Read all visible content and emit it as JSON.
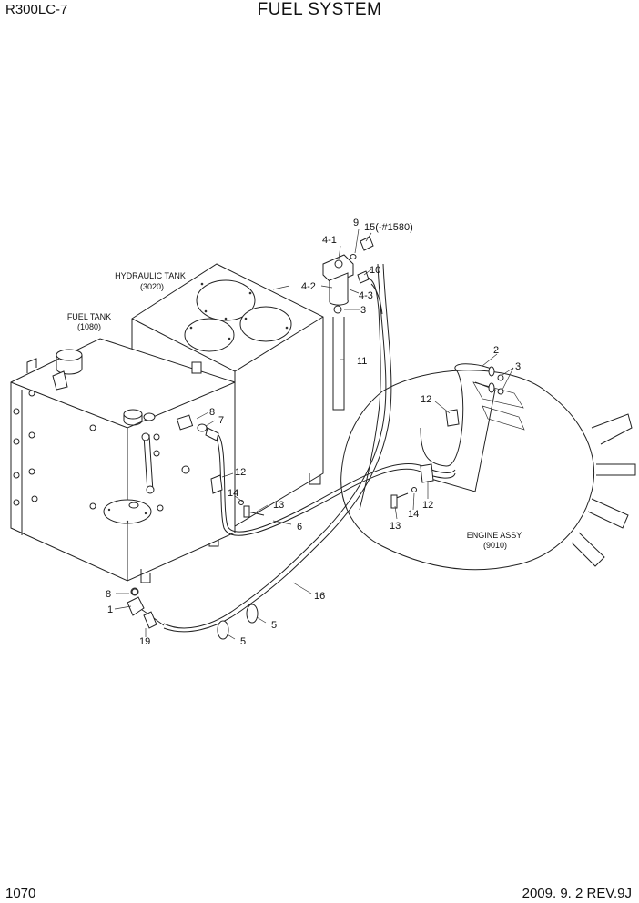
{
  "header": {
    "model": "R300LC-7",
    "title": "FUEL SYSTEM"
  },
  "footer": {
    "page_number": "1070",
    "date_revision": "2009. 9. 2  REV.9J"
  },
  "assemblies": {
    "hydraulic_tank": {
      "name": "HYDRAULIC TANK",
      "ref": "(3020)"
    },
    "fuel_tank": {
      "name": "FUEL TANK",
      "ref": "(1080)"
    },
    "engine_assy": {
      "name": "ENGINE ASSY",
      "ref": "(9010)"
    }
  },
  "callouts": {
    "c1": "1",
    "c2": "2",
    "c3a": "3",
    "c3b": "3",
    "c4_1": "4-1",
    "c4_2": "4-2",
    "c4_3": "4-3",
    "c5a": "5",
    "c5b": "5",
    "c6": "6",
    "c7": "7",
    "c8a": "8",
    "c8b": "8",
    "c9": "9",
    "c10": "10",
    "c11": "11",
    "c12a": "12",
    "c12b": "12",
    "c12c": "12",
    "c13a": "13",
    "c13b": "13",
    "c14a": "14",
    "c14b": "14",
    "c15": "15(-#1580)",
    "c16": "16",
    "c19": "19"
  }
}
